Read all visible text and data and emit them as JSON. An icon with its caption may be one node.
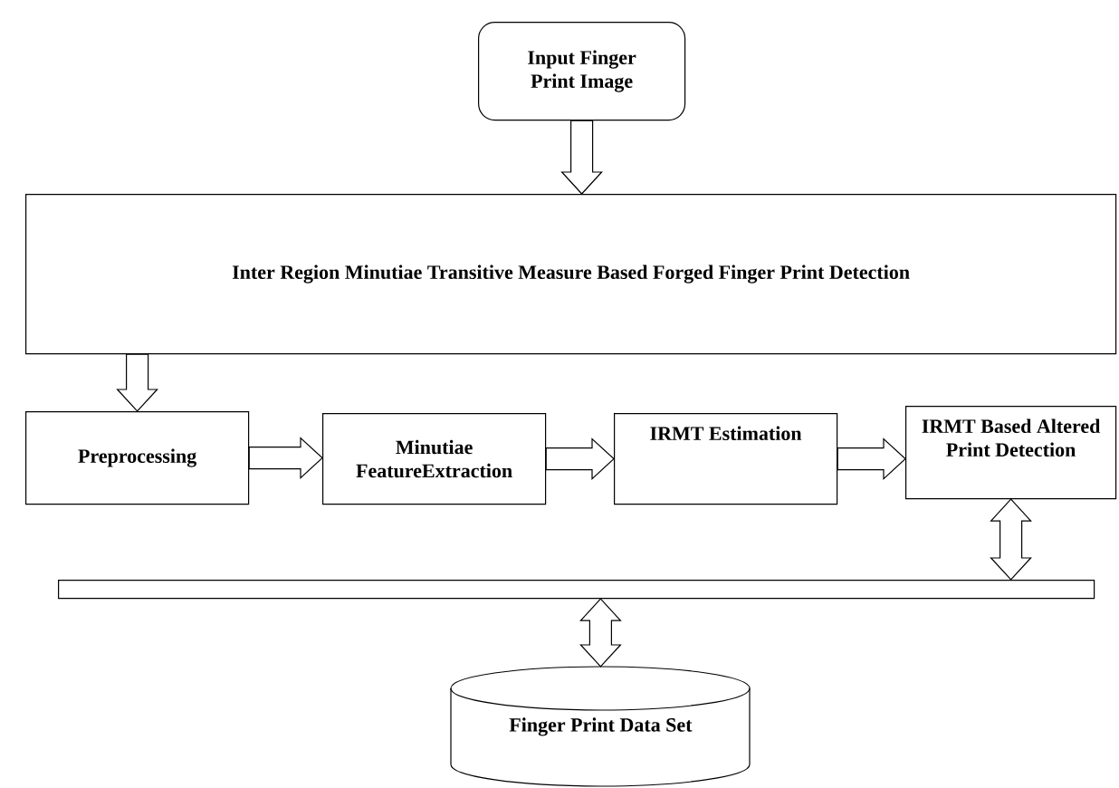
{
  "diagram": {
    "nodes": [
      {
        "text": [
          "Input Finger Print Image"
        ]
      },
      {
        "text": [
          "Inter Region Minutiae Transitive Measure Based Forged Finger Print Detection"
        ]
      },
      {
        "text": [
          "Preprocessing"
        ]
      },
      {
        "text": [
          "Minutiae FeatureExtraction"
        ]
      },
      {
        "text": [
          "IRMT Estimation"
        ]
      },
      {
        "text": [
          "IRMT Based Altered Print Detection"
        ]
      },
      {
        "text": [],
        "shape": "bar"
      },
      {
        "text": [
          "Finger Print Data Set"
        ]
      }
    ],
    "edges": [
      {
        "from": 0,
        "to": 1,
        "arrow": "to"
      },
      {
        "from": 1,
        "to": 2,
        "arrow": "to"
      },
      {
        "from": 2,
        "to": 3,
        "arrow": "to"
      },
      {
        "from": 3,
        "to": 4,
        "arrow": "to"
      },
      {
        "from": 4,
        "to": 5,
        "arrow": "to"
      },
      {
        "from": 5,
        "to": 6,
        "arrow": "both"
      },
      {
        "from": 6,
        "to": 7,
        "arrow": "both"
      }
    ]
  }
}
